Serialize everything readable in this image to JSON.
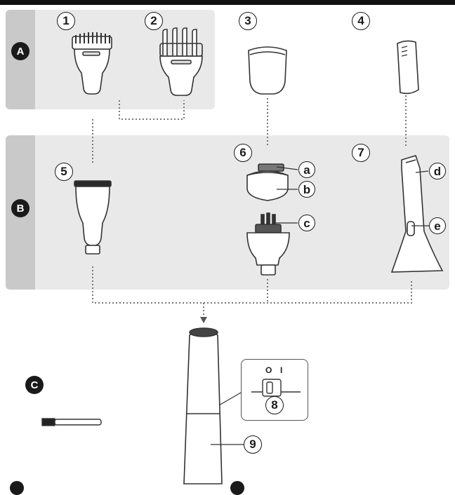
{
  "groups": [
    {
      "label": "A"
    },
    {
      "label": "B"
    },
    {
      "label": "C"
    }
  ],
  "parts": [
    {
      "number": "1"
    },
    {
      "number": "2"
    },
    {
      "number": "3"
    },
    {
      "number": "4"
    },
    {
      "number": "5"
    },
    {
      "number": "6"
    },
    {
      "number": "7"
    },
    {
      "number": "8"
    },
    {
      "number": "9"
    }
  ],
  "sub_labels": [
    "a",
    "b",
    "c",
    "d",
    "e"
  ],
  "switch_marks": {
    "off": "O",
    "on": "I"
  },
  "colors": {
    "band": "#e9e9e9",
    "tab": "#c9c9c9",
    "outline": "#1a1a1a",
    "connector": "#777777"
  }
}
